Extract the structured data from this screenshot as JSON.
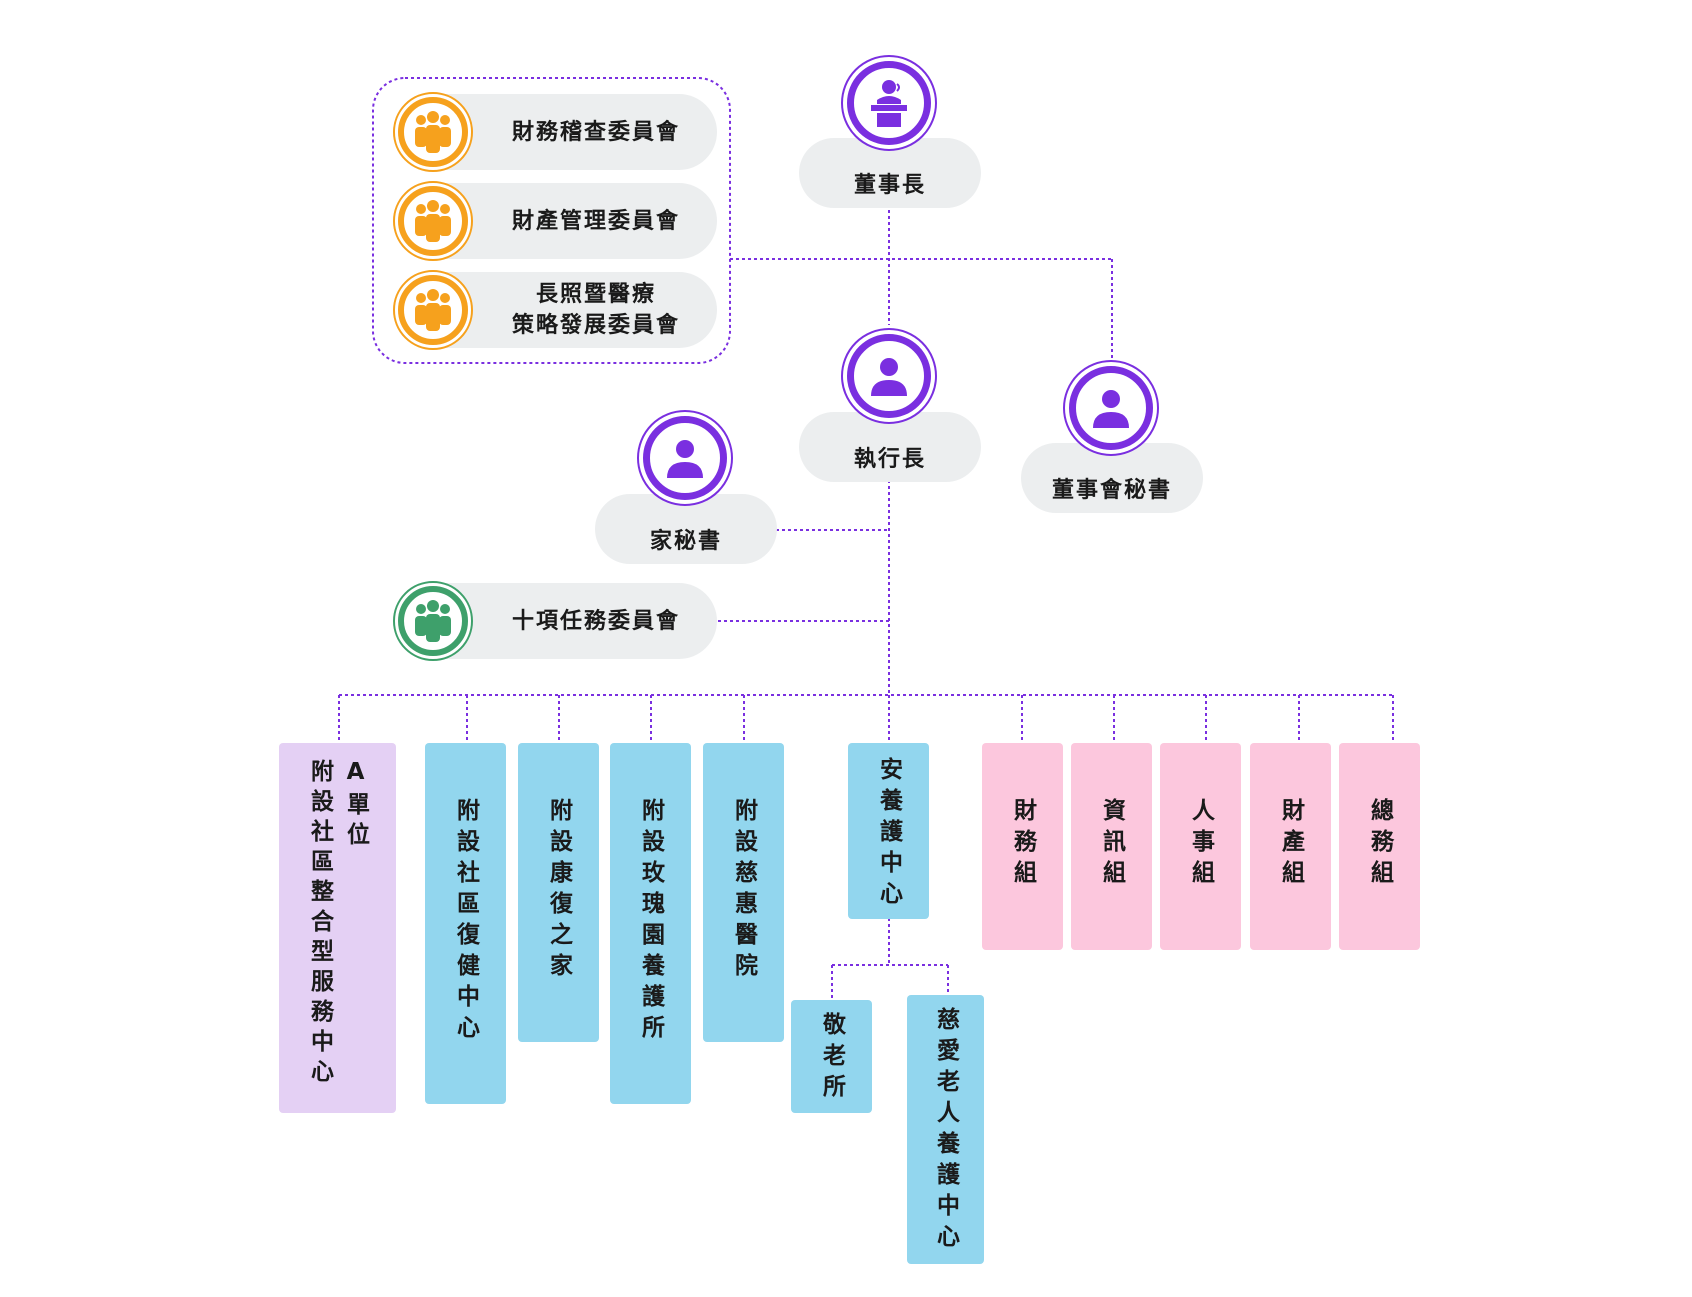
{
  "colors": {
    "purple": "#7a2fe0",
    "orange": "#f6a11d",
    "green": "#3ea06b",
    "pill_gray": "#eceeef",
    "blue_unit": "#92d6ee",
    "pink_unit": "#fcc7dd",
    "lavender_unit": "#e4d0f4"
  },
  "chairman": {
    "label": "董事長",
    "icon": "podium-speaker-icon"
  },
  "committees": [
    {
      "label": "財務稽查委員會",
      "icon": "group-people-icon"
    },
    {
      "label": "財產管理委員會",
      "icon": "group-people-icon"
    },
    {
      "label_line1": "長照暨醫療",
      "label_line2": "策略發展委員會",
      "icon": "group-people-icon"
    }
  ],
  "ceo": {
    "label": "執行長",
    "icon": "person-icon"
  },
  "board_secretary": {
    "label": "董事會秘書",
    "icon": "person-icon"
  },
  "family_secretary": {
    "label": "家秘書",
    "icon": "person-icon"
  },
  "ten_task_committee": {
    "label": "十項任務委員會",
    "icon": "group-people-icon"
  },
  "units": {
    "a_unit": {
      "prefix": "A單位",
      "label": "附設社區整合型服務中心"
    },
    "rehab_center": "附設社區復健中心",
    "kangfu_home": "附設康復之家",
    "rose_garden": "附設玫瑰園養護所",
    "cihui_hospital": "附設慈惠醫院",
    "anyang_center": "安養護中心",
    "elder_home": "敬老所",
    "ciai_center": "慈愛老人養護中心",
    "finance": "財務組",
    "info": "資訊組",
    "personnel": "人事組",
    "property": "財產組",
    "general_affairs": "總務組"
  }
}
